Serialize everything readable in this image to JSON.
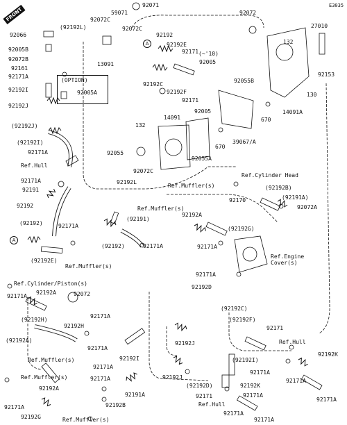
{
  "diagram": {
    "code": "E3035",
    "front_label": "FRONT",
    "ref_marker": "A",
    "option_label": "(OPTION)",
    "range_label": "(~'10)",
    "labels": {
      "p59071": "59071",
      "p92071": "92071",
      "p92072top": "92072",
      "p92072c_a": "92072C",
      "p92192l_a": "(92192L)",
      "p92072c_b": "92072C",
      "p92066": "92066",
      "p92005b_l": "92005B",
      "p92072b": "92072B",
      "p92161": "92161",
      "p92171a_1": "92171A",
      "p92192i": "92192I",
      "p92192j_l": "92192J",
      "p92005a": "92005A",
      "p13091": "13091",
      "p92192_t": "92192",
      "p92192e_t": "92192E",
      "p92171_t": "92171",
      "p92192c_t": "92192C",
      "p92192f_t": "92192F",
      "p92171_t2": "92171",
      "p92005_t": "92005",
      "p92005_t2": "92005",
      "p92055b": "92055B",
      "p27010": "27010",
      "p132_r": "132",
      "p92153": "92153",
      "p130": "130",
      "p14091a_r": "14091A",
      "p670_r": "670",
      "p39067": "39067/A",
      "p670_c": "670",
      "p14091": "14091",
      "p132_c": "132",
      "p92055": "92055",
      "p92055a": "92055A",
      "p92072c_c": "92072C",
      "p92192j_p": "(92192J)",
      "p92192i_p": "(92192I)",
      "p92171a_2": "92171A",
      "ref_hull_1": "Ref.Hull",
      "p92171a_3": "92171A",
      "p92191": "92191",
      "p92192_l": "92192",
      "p92192_p": "(92192)",
      "p92171a_4": "92171A",
      "p92192e_p": "(92192E)",
      "ref_muffler_1": "Ref.Muffler(s)",
      "p92192l": "92192L",
      "ref_muffler_2": "Ref.Muffler(s)",
      "ref_muffler_3": "Ref.Muffler(s)",
      "p92191_p": "(92191)",
      "p92192_c": "(92192)",
      "p92171a_5": "92171A",
      "ref_cyl_head": "Ref.Cylinder Head",
      "p92192b_p": "(92192B)",
      "p92170": "92170",
      "p92191a_p": "(92191A)",
      "p92072a": "92072A",
      "p92192a_c": "92192A",
      "p92192g_p": "(92192G)",
      "p92171a_6": "92171A",
      "ref_engine_cover": "Ref.Engine\nCover(s)",
      "p92171a_7": "92171A",
      "p92192d": "92192D",
      "ref_cyl_piston": "Ref.Cylinder/Piston(s)",
      "p92171a_8": "92171A",
      "p92192a_2": "92192A",
      "p92192h_p": "(92192H)",
      "p92072_c": "92072",
      "p92192h": "92192H",
      "p92192a_p": "(92192A)",
      "p92171a_9": "92171A",
      "ref_muffler_4": "Ref.Muffler(s)",
      "p92171a_10": "92171A",
      "p92192i_c": "92192I",
      "p92192c_p": "(92192C)",
      "p92192f_p": "(92192F)",
      "p92171_r": "92171",
      "ref_hull_2": "Ref.Hull",
      "p92192k_r": "92192K",
      "p92192j_c": "92192J",
      "p92192i_p2": "(92192I)",
      "p92171a_11": "92171A",
      "p92171a_12": "92171A",
      "p92171a_13": "92171A",
      "ref_muffler_5": "Ref.Muffler(s)",
      "p92171a_14": "92171A",
      "p92192a_3": "92192A",
      "p92191a": "92191A",
      "p92192j_b": "92192J",
      "p92192d_p": "(92192D)",
      "p92192k_b": "92192K",
      "p92171_b": "92171",
      "ref_hull_3": "Ref.Hull",
      "p92171a_15": "92171A",
      "p92171a_16": "92171A",
      "p92171a_17": "92171A",
      "p92192g": "92192G",
      "ref_muffler_6": "Ref.Muffler(s)",
      "p92192b": "92192B",
      "p92171a_18": "92171A",
      "p92171a_19": "92171A"
    }
  }
}
